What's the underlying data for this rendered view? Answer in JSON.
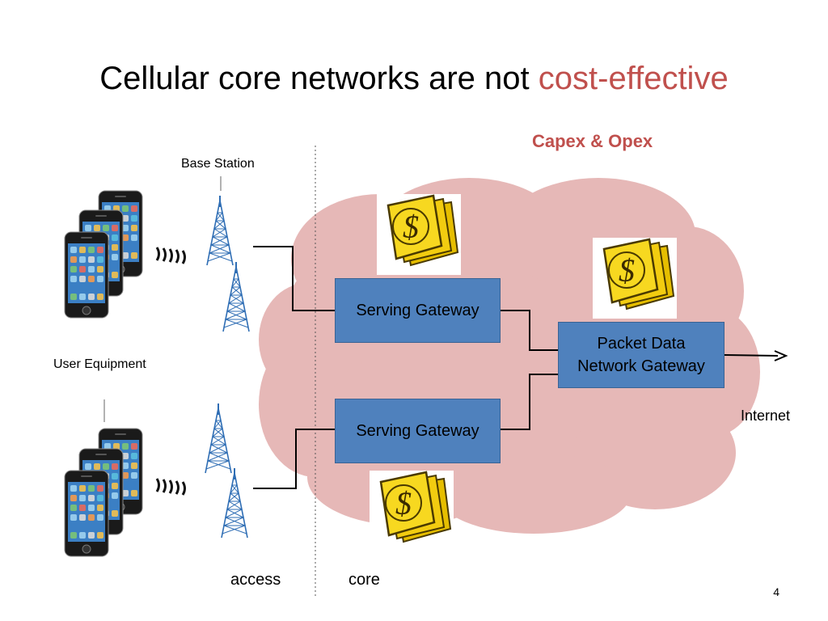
{
  "slide": {
    "title_plain": "Cellular core networks are not ",
    "title_accent": "cost-effective",
    "accent_color": "#c0504d",
    "cloud_label": "Capex & Opex",
    "labels": {
      "base_station": "Base Station",
      "user_equipment": "User Equipment",
      "internet": "Internet",
      "access": "access",
      "core": "core"
    },
    "gateways": {
      "serving_top": "Serving Gateway",
      "serving_bottom": "Serving Gateway",
      "pdn_line1": "Packet Data",
      "pdn_line2": "Network Gateway"
    },
    "page_number": "4",
    "colors": {
      "cloud": "#e6b8b7",
      "gateway": "#4f81bd",
      "tower": "#2e6db4",
      "money_gold": "#e0b800"
    },
    "icons": [
      "smartphone-icon",
      "cell-tower-icon",
      "radio-waves-icon",
      "money-dollar-icon",
      "arrow-right-icon"
    ]
  }
}
